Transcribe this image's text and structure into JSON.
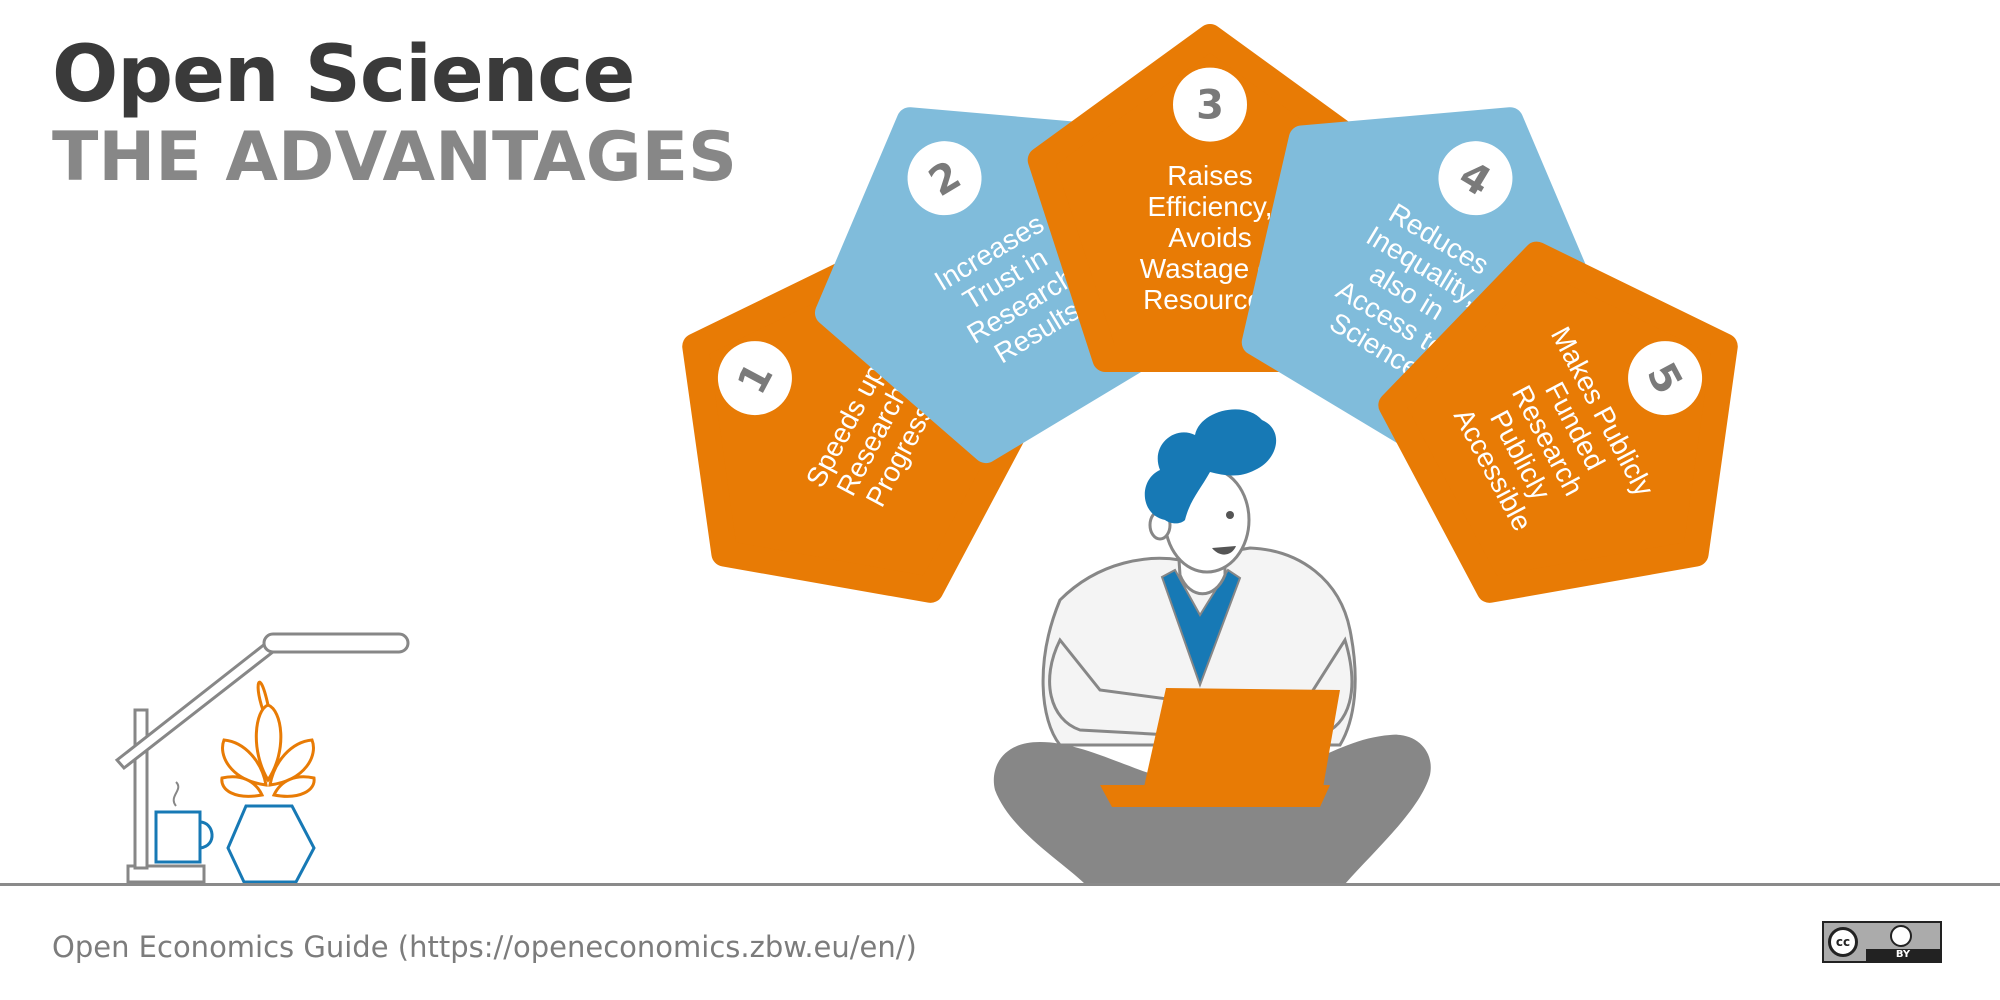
{
  "title": "Open Science",
  "subtitle": "THE ADVANTAGES",
  "colors": {
    "orange": "#e87b05",
    "blue": "#80bcdb",
    "dark_blue": "#1779b5",
    "gray": "#878787",
    "title_dark": "#3a3a3a"
  },
  "advantages": [
    {
      "number": "1",
      "lines": [
        "Speeds up",
        "Research",
        "Progress"
      ],
      "color": "orange"
    },
    {
      "number": "2",
      "lines": [
        "Increases",
        "Trust in",
        "Research",
        "Results"
      ],
      "color": "blue"
    },
    {
      "number": "3",
      "lines": [
        "Raises",
        "Efficiency,",
        "Avoids",
        "Wastage of",
        "Resources"
      ],
      "color": "orange"
    },
    {
      "number": "4",
      "lines": [
        "Reduces",
        "Inequality,",
        "also in",
        "Access to",
        "Science"
      ],
      "color": "blue"
    },
    {
      "number": "5",
      "lines": [
        "Makes Publicly",
        "Funded",
        "Research",
        "Publicly",
        "Accessible"
      ],
      "color": "orange"
    }
  ],
  "footer": {
    "source": "Open Economics Guide (https://openeconomics.zbw.eu/en/)"
  },
  "license": {
    "cc": "cc",
    "by": "BY"
  },
  "icons": [
    "desk-lamp-icon",
    "coffee-cup-icon",
    "plant-pot-icon",
    "person-with-laptop-illustration"
  ]
}
